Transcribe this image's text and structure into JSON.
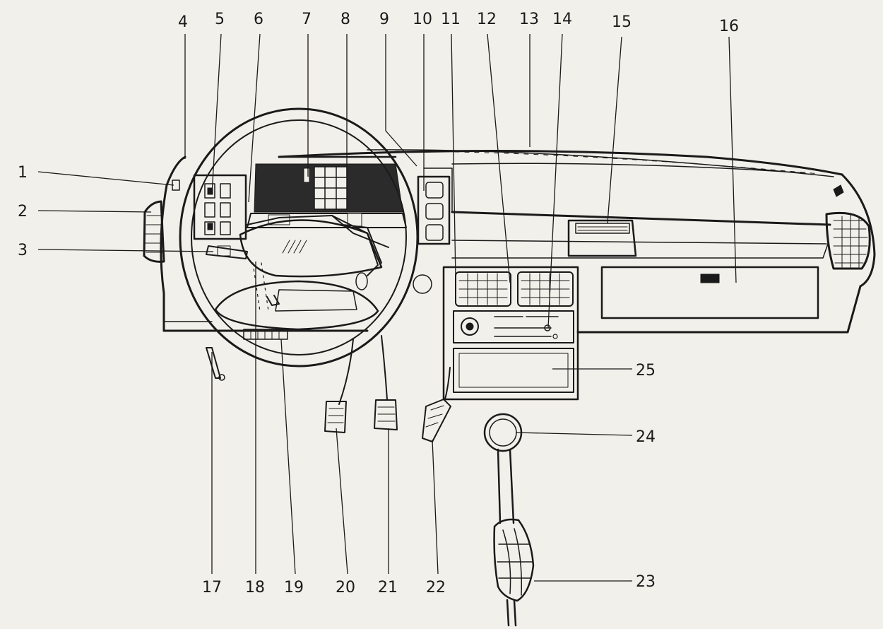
{
  "diagram": {
    "callouts": [
      {
        "id": "c1",
        "number": "1"
      },
      {
        "id": "c2",
        "number": "2"
      },
      {
        "id": "c3",
        "number": "3"
      },
      {
        "id": "c4",
        "number": "4"
      },
      {
        "id": "c5",
        "number": "5"
      },
      {
        "id": "c6",
        "number": "6"
      },
      {
        "id": "c7",
        "number": "7"
      },
      {
        "id": "c8",
        "number": "8"
      },
      {
        "id": "c9",
        "number": "9"
      },
      {
        "id": "c10",
        "number": "10"
      },
      {
        "id": "c11",
        "number": "11"
      },
      {
        "id": "c12",
        "number": "12"
      },
      {
        "id": "c13",
        "number": "13"
      },
      {
        "id": "c14",
        "number": "14"
      },
      {
        "id": "c15",
        "number": "15"
      },
      {
        "id": "c16",
        "number": "16"
      },
      {
        "id": "c17",
        "number": "17"
      },
      {
        "id": "c18",
        "number": "18"
      },
      {
        "id": "c19",
        "number": "19"
      },
      {
        "id": "c20",
        "number": "20"
      },
      {
        "id": "c21",
        "number": "21"
      },
      {
        "id": "c22",
        "number": "22"
      },
      {
        "id": "c23",
        "number": "23"
      },
      {
        "id": "c24",
        "number": "24"
      },
      {
        "id": "c25",
        "number": "25"
      }
    ]
  }
}
